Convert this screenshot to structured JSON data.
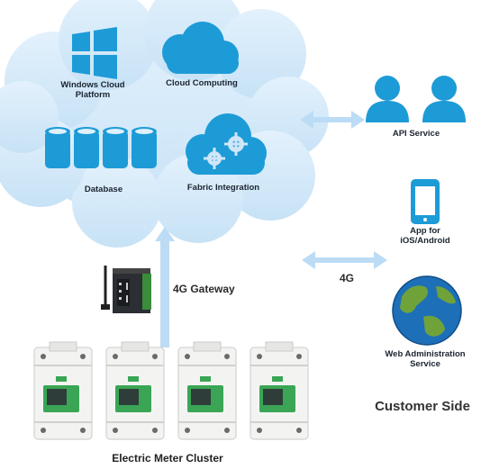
{
  "cloud": {
    "windows_label": "Windows Cloud\nPlatform",
    "computing_label": "Cloud Computing",
    "database_label": "Database",
    "fabric_label": "Fabric Integration"
  },
  "right": {
    "api_label": "API Service",
    "app_label": "App for\niOS/Android",
    "web_label": "Web Administration\nService",
    "customer_label": "Customer Side"
  },
  "links": {
    "gateway_label": "4G Gateway",
    "fourg_label": "4G"
  },
  "meters": {
    "cluster_label": "Electric Meter Cluster"
  },
  "colors": {
    "cloud": "#cfe6f8",
    "accent": "#1d9bd7",
    "arrow": "#bcdcf5",
    "meter_green": "#3aa655"
  }
}
